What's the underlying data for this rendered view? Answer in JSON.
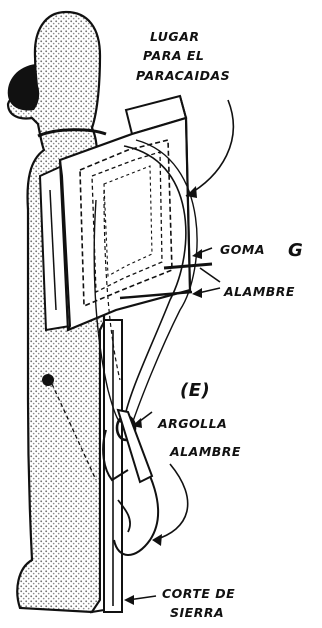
{
  "labels": {
    "lugar_line1": "LUGAR",
    "lugar_line2": "PARA EL",
    "lugar_line3": "PARACAIDAS",
    "goma": "GOMA",
    "goma_letter": "G",
    "alambre_top": "ALAMBRE",
    "e_label": "(E)",
    "argolla": "ARGOLLA",
    "alambre_bottom": "ALAMBRE",
    "corte_line1": "CORTE DE",
    "corte_line2": "SIERRA"
  },
  "colors": {
    "ink": "#111111",
    "paper": "#ffffff",
    "stipple": "#8a8a8a"
  }
}
